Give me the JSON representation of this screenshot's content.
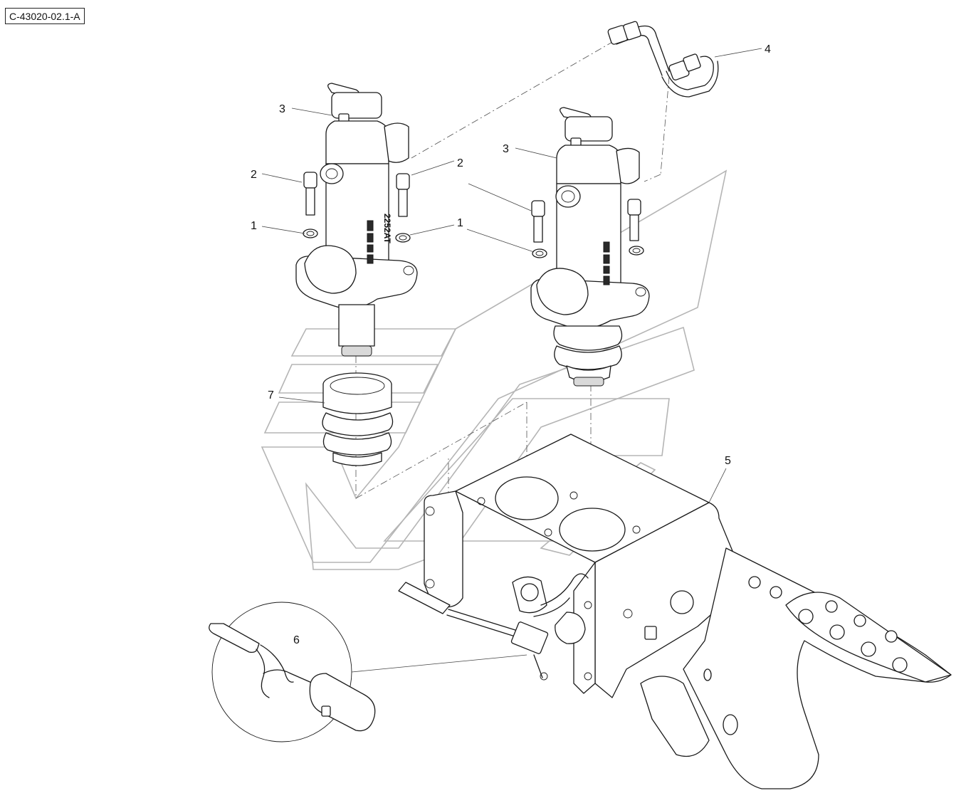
{
  "figure_ref": "C-43020-02.1-A",
  "stamp_text": "2252AT",
  "callouts": [
    {
      "id": "c1a",
      "label": "1"
    },
    {
      "id": "c1b",
      "label": "1"
    },
    {
      "id": "c2a",
      "label": "2"
    },
    {
      "id": "c2b",
      "label": "2"
    },
    {
      "id": "c3a",
      "label": "3"
    },
    {
      "id": "c3b",
      "label": "3"
    },
    {
      "id": "c4",
      "label": "4"
    },
    {
      "id": "c5",
      "label": "5"
    },
    {
      "id": "c6",
      "label": "6"
    },
    {
      "id": "c7",
      "label": "7"
    }
  ]
}
